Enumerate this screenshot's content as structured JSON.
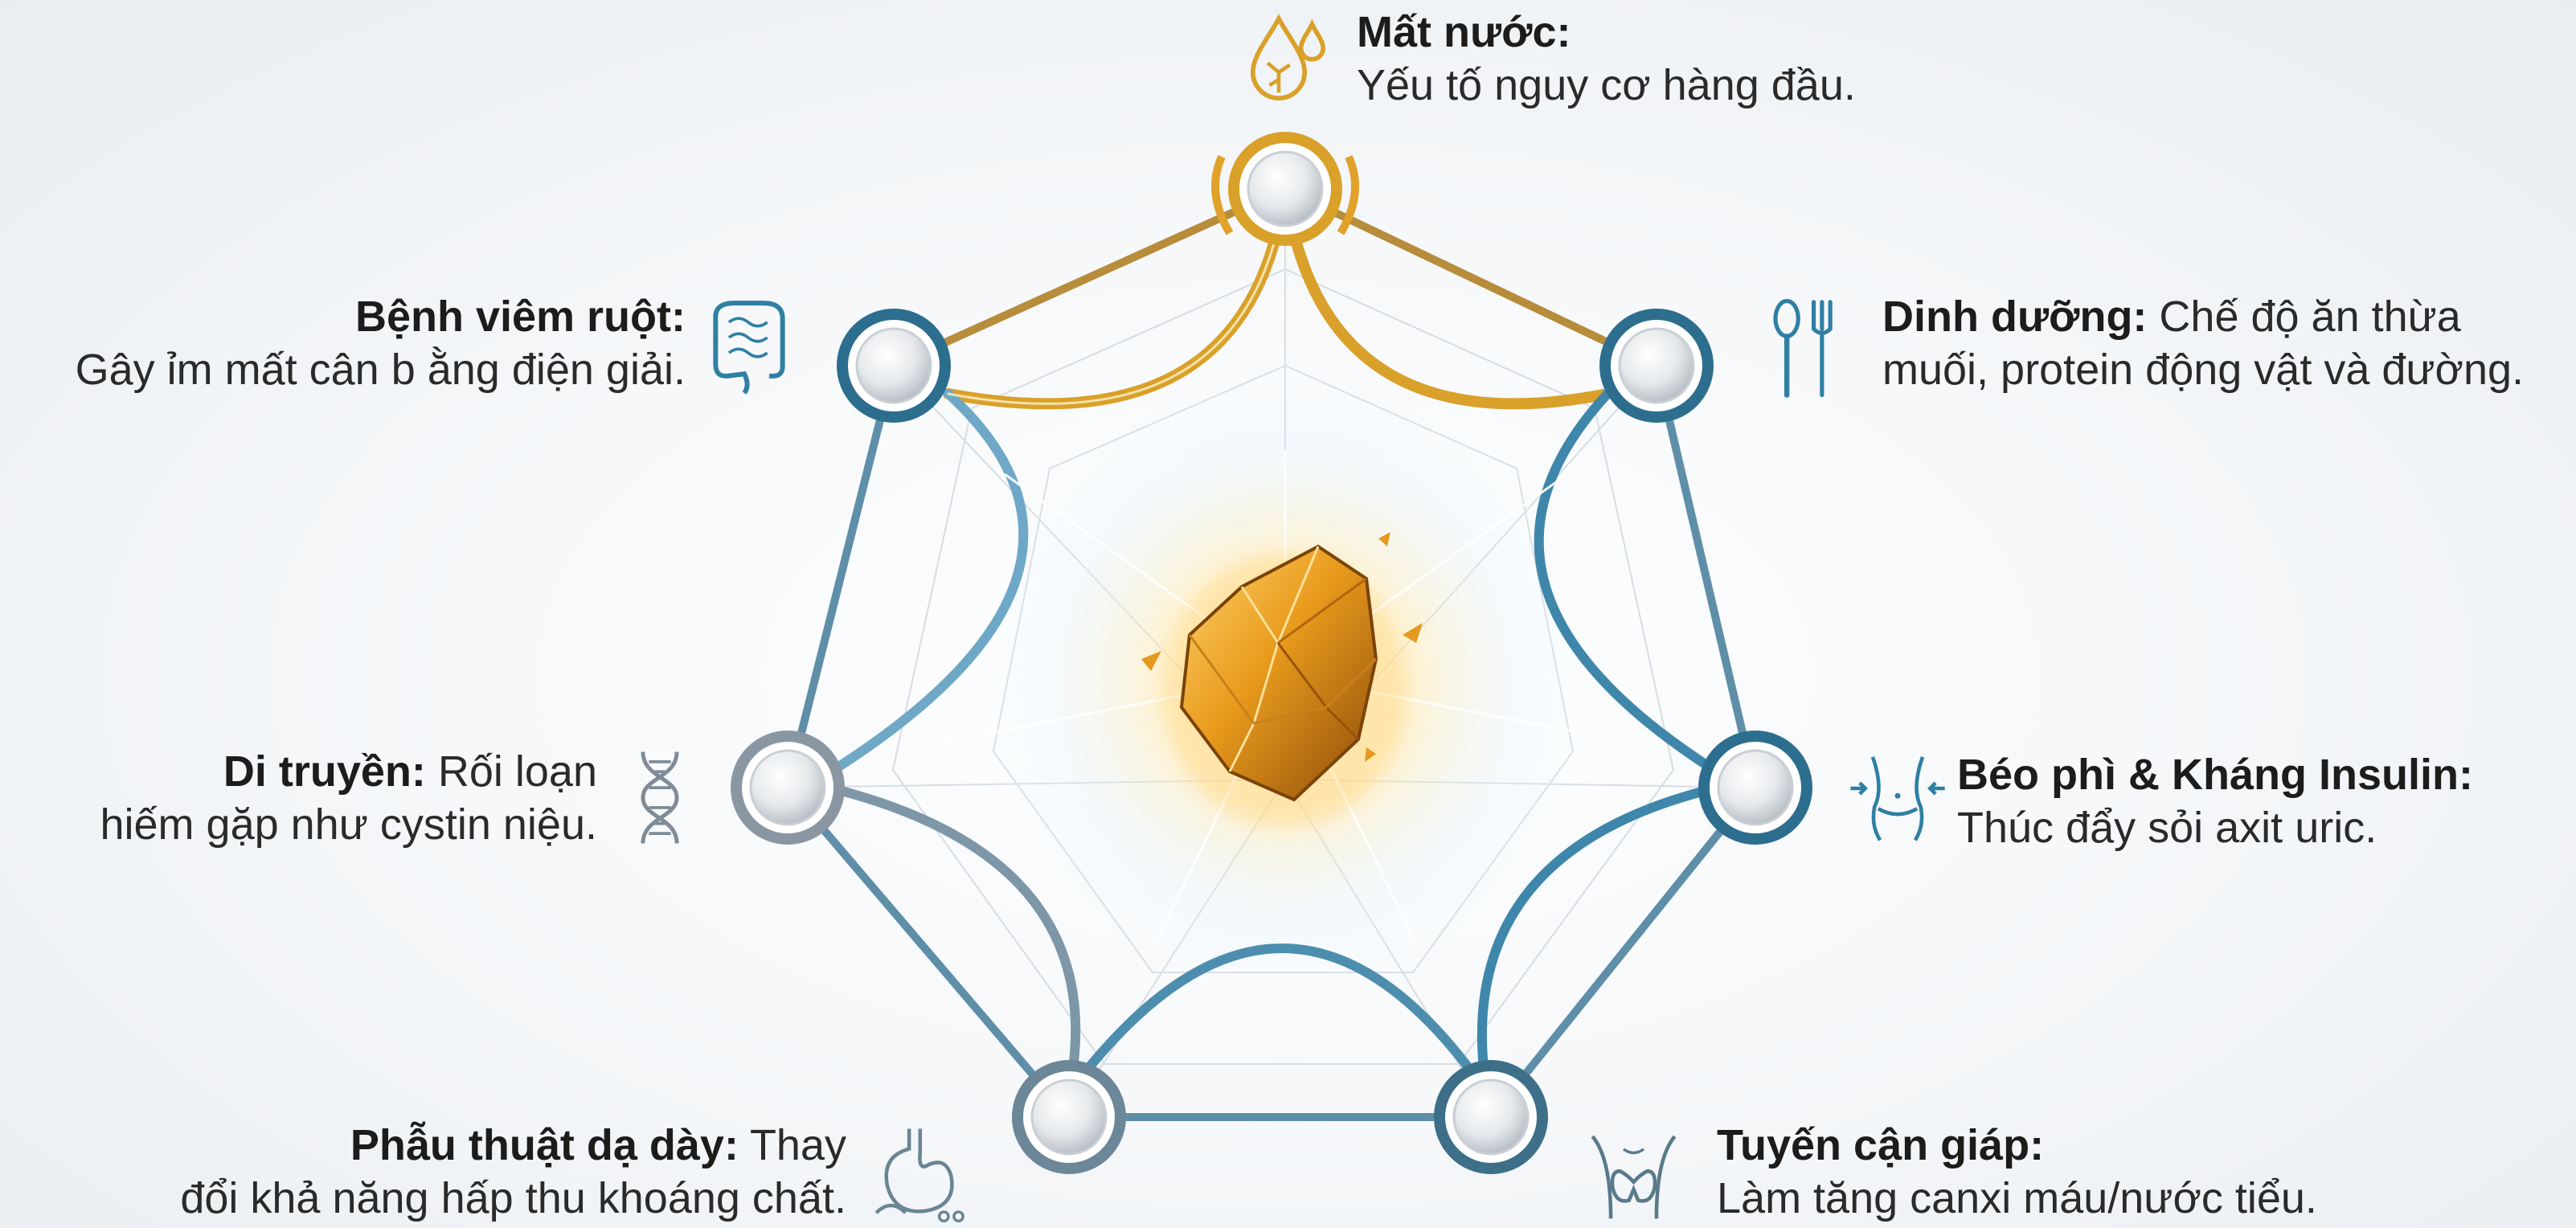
{
  "factors": [
    {
      "id": "dehydration",
      "title": "Mất nước:",
      "line1_rest": "",
      "line2": "Yếu tố nguy cơ hàng đầu.",
      "icon": "water-drops-icon",
      "color": "#d9a12a"
    },
    {
      "id": "diet",
      "title": "Dinh dưỡng:",
      "line1_rest": " Chế độ ăn thừa",
      "line2": "muối, protein động vật và đường.",
      "icon": "fork-spoon-icon",
      "color": "#2f7fa3"
    },
    {
      "id": "obesity",
      "title": "Béo phì & Kháng Insulin:",
      "line1_rest": "",
      "line2": "Thúc đẩy sỏi axit uric.",
      "icon": "waist-measure-icon",
      "color": "#2f7fa3"
    },
    {
      "id": "parathyroid",
      "title": "Tuyến cận giáp:",
      "line1_rest": "",
      "line2": "Làm tăng canxi máu/nước tiểu.",
      "icon": "thyroid-icon",
      "color": "#2f7fa3"
    },
    {
      "id": "gastric-surgery",
      "title": "Phẫu thuật dạ dày:",
      "line1_rest": " Thay",
      "line2": "đổi khả năng hấp thu khoáng chất.",
      "icon": "stomach-icon",
      "color": "#6f8796"
    },
    {
      "id": "genetics",
      "title": "Di truyền:",
      "line1_rest": " Rối loạn",
      "line2": "hiếm gặp như cystin niệu.",
      "icon": "dna-icon",
      "color": "#8a97a3"
    },
    {
      "id": "ibd",
      "title": "Bệnh viêm ruột:",
      "line1_rest": "",
      "line2": "Gây ỉm mất cân b ằng điện giải.",
      "icon": "intestine-icon",
      "color": "#2f7fa3"
    }
  ],
  "center": {
    "icon": "kidney-stone-icon",
    "color": "#e39a1e"
  },
  "colors": {
    "gold": "#d9a12a",
    "blue": "#2f7fa3",
    "gray": "#8a97a3",
    "glow": "#9fdcff"
  }
}
